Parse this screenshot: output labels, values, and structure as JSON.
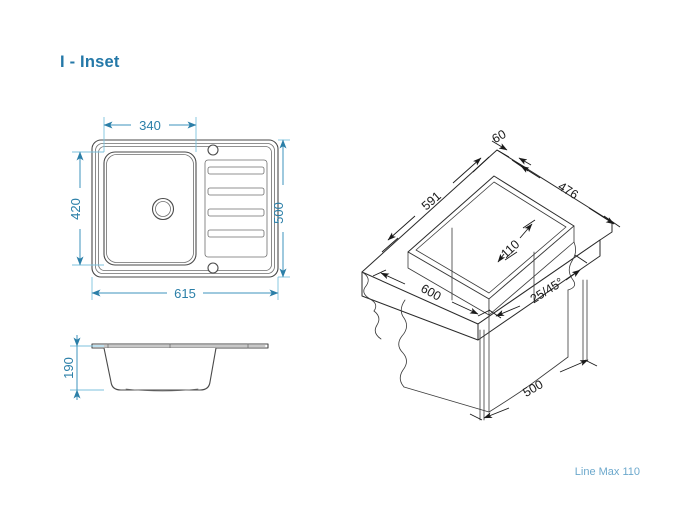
{
  "page": {
    "title": "I - Inset",
    "footer": "Line Max 110",
    "background_color": "#ffffff",
    "title_color": "#2478a8",
    "footer_color": "#6ca8cc",
    "blue_dimension_color": "#2b7fa8",
    "black_dimension_color": "#1a1a1a",
    "outline_color": "#4a4a4a"
  },
  "views": {
    "top_view": {
      "name": "Top view of inset sink with drainer",
      "dimensions": {
        "bowl_width": "340",
        "bowl_height": "420",
        "overall_height": "500",
        "overall_width": "615"
      },
      "features": {
        "drain_label": "drain-opening",
        "tap_hole_label": "tap-hole",
        "overflow_hole_label": "overflow-hole",
        "drainer_groove_count": 4
      }
    },
    "side_view": {
      "name": "Side elevation of sink bowl",
      "dimensions": {
        "bowl_depth": "190"
      }
    },
    "iso_view": {
      "name": "Isometric worktop cut-out installation view",
      "dimensions": {
        "cutout_length": "591",
        "edge_offset": "60",
        "cutout_width_right": "476",
        "rim_width": "110",
        "worktop_depth": "600",
        "corner_radius_angle": "25/45°",
        "cabinet_width": "500"
      }
    }
  }
}
